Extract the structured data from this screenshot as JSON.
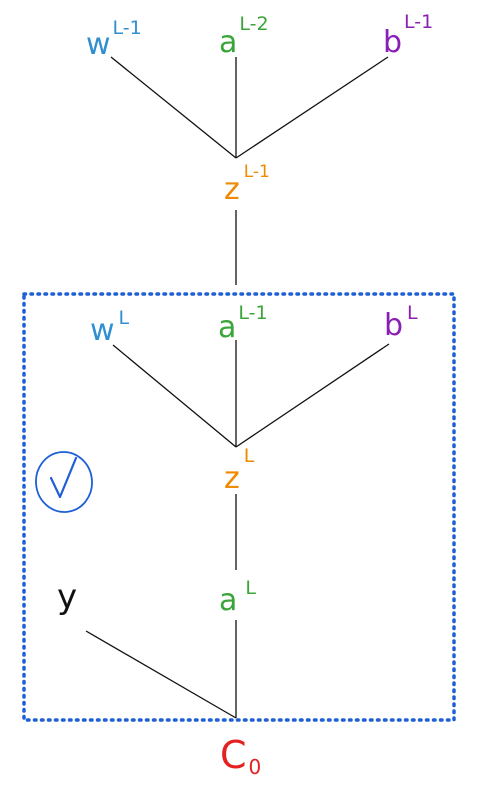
{
  "colors": {
    "w": "#2f8fd0",
    "a": "#3aa63a",
    "b": "#8a1fb5",
    "z": "#f08a00",
    "cost": "#e52020",
    "y": "#111111",
    "box": "#1e5fd8",
    "check": "#1e5fd8",
    "edge": "#111111"
  },
  "top_layer": {
    "w": {
      "base": "w",
      "sup": "L-1"
    },
    "a": {
      "base": "a",
      "sup": "L-2"
    },
    "b": {
      "base": "b",
      "sup": "L-1"
    },
    "z": {
      "base": "z",
      "sup": "L-1"
    }
  },
  "layer_l": {
    "w": {
      "base": "w",
      "sup": "L"
    },
    "a_prev": {
      "base": "a",
      "sup": "L-1"
    },
    "b": {
      "base": "b",
      "sup": "L"
    },
    "z": {
      "base": "z",
      "sup": "L"
    },
    "a": {
      "base": "a",
      "sup": "L"
    }
  },
  "output": {
    "y": {
      "base": "y"
    },
    "cost": {
      "base": "C",
      "sub": "0"
    }
  },
  "checkmark": {
    "icon": "check-circle-icon"
  }
}
